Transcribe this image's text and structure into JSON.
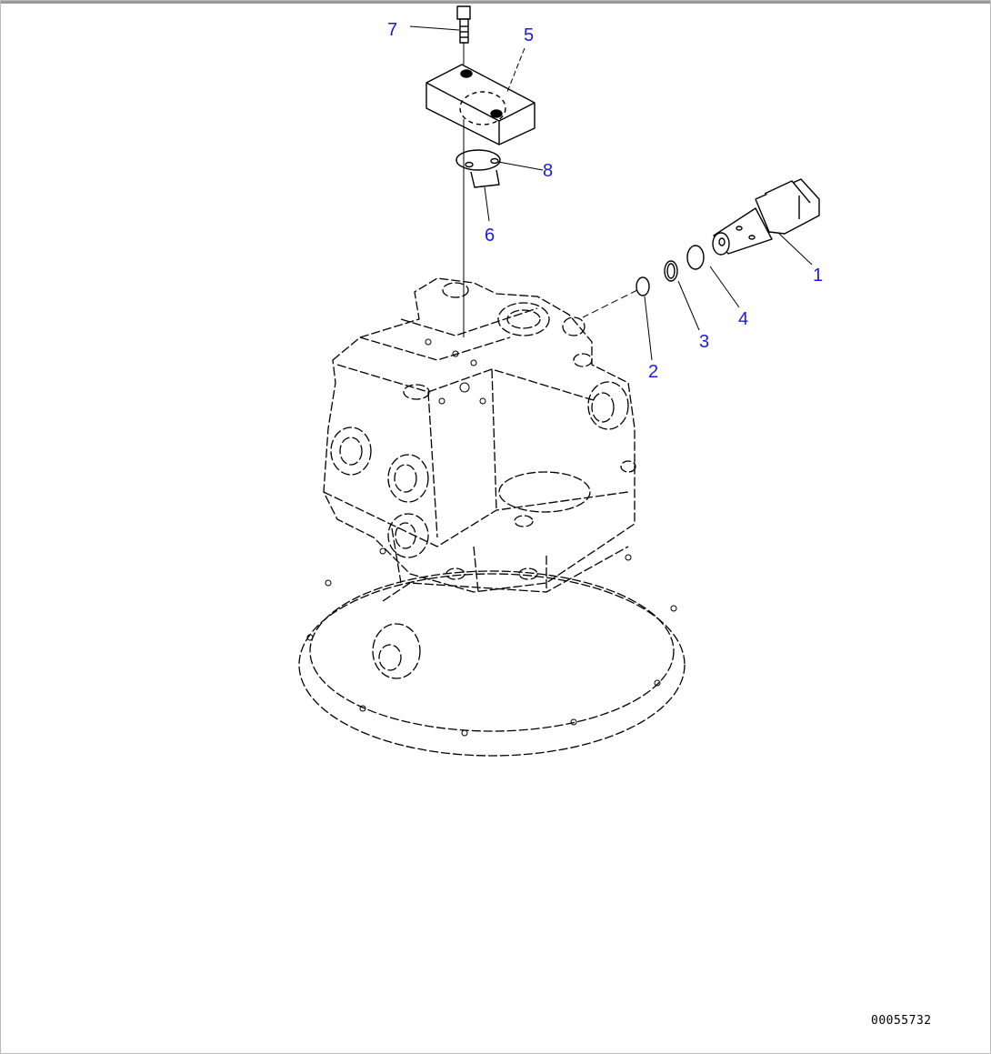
{
  "diagram": {
    "callouts": [
      {
        "id": "1",
        "label": "1"
      },
      {
        "id": "2",
        "label": "2"
      },
      {
        "id": "3",
        "label": "3"
      },
      {
        "id": "4",
        "label": "4"
      },
      {
        "id": "5",
        "label": "5"
      },
      {
        "id": "6",
        "label": "6"
      },
      {
        "id": "7",
        "label": "7"
      },
      {
        "id": "8",
        "label": "8"
      }
    ],
    "drawing_code": "00055732",
    "callout_color": "#1a1ae6"
  }
}
